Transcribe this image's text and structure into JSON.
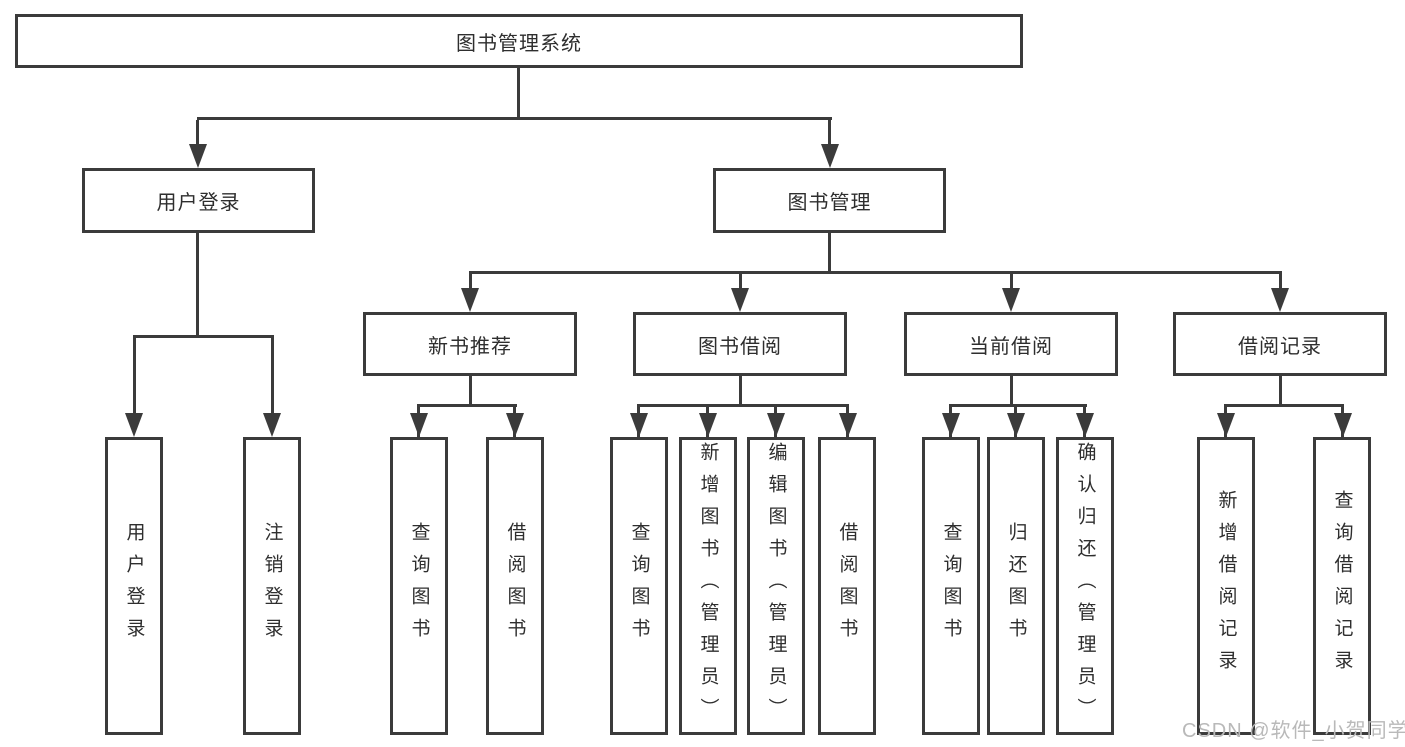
{
  "diagram": {
    "root": {
      "label": "图书管理系统"
    },
    "branches": [
      {
        "label": "用户登录",
        "children": [
          {
            "label": "用户登录"
          },
          {
            "label": "注销登录"
          }
        ]
      },
      {
        "label": "图书管理",
        "sections": [
          {
            "label": "新书推荐",
            "children": [
              {
                "label": "查询图书"
              },
              {
                "label": "借阅图书"
              }
            ]
          },
          {
            "label": "图书借阅",
            "children": [
              {
                "label": "查询图书"
              },
              {
                "label": "新增图书（管理员）"
              },
              {
                "label": "编辑图书（管理员）"
              },
              {
                "label": "借阅图书"
              }
            ]
          },
          {
            "label": "当前借阅",
            "children": [
              {
                "label": "查询图书"
              },
              {
                "label": "归还图书"
              },
              {
                "label": "确认归还（管理员）"
              }
            ]
          },
          {
            "label": "借阅记录",
            "children": [
              {
                "label": "新增借阅记录"
              },
              {
                "label": "查询借阅记录"
              }
            ]
          }
        ]
      }
    ]
  },
  "watermark": {
    "text": "CSDN @软件_小贺同学"
  },
  "colors": {
    "line": "#3b3b3b",
    "text": "#2e2e2e",
    "watermark": "#b9b9b9"
  }
}
